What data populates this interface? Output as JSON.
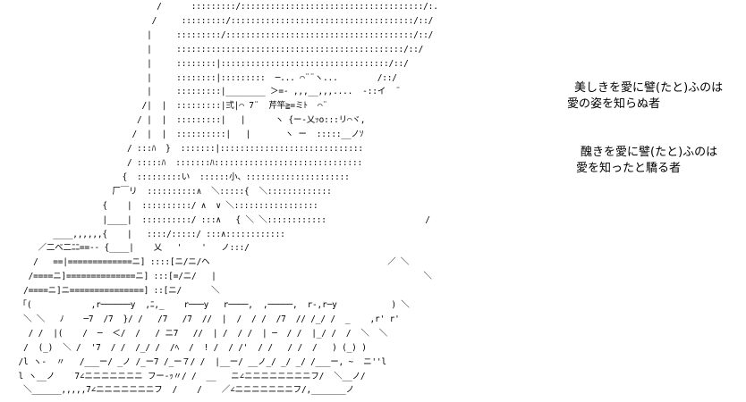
{
  "art": {
    "lines": [
      "                               /      :::::::::/:::::::::::::::::::::::::::::::::::::/:.",
      "                              /     :::::::::/:::::::::::::::::::::::::::::::::::::/::/",
      "                             |     :::::::::/::::::::::::::::::::::::::::::::::::::/::/",
      "                             |     ::::::::::::::::::::::::::::::::::::::::::::::/::/",
      "                             |     ::::::::|::::::::::::::::::::::::::::::::::/::/",
      "                             |     ::::::::|:::::::::  ─... ⌒¨¨ヽ...        /::/",
      "                             |     :::::::::|________ ＞=- ,,,__,,,....  -::イ  ¨",
      "                            /|  |  :::::::::|弍|⌒ 7¨  芹竿≧=ミﾄ  ⌒¨",
      "                           / |  |  :::::::::|   |      ヽ {ー-乂ｯo:::リ⌒ヾ,",
      "                          /  |  |  ::::::::::|   |       ヽ ー  :::::__ノｿ",
      "                         / :::ﾊ  }  :::::::|:::::::::::::::::::::::::::::",
      "                         / :::::ﾊ  :::::::ﾊ::::::::::::::::::::::::::::::",
      "                        {  :::::::::い  ::::::小、:::::::::::::::::::::",
      "                      厂￣リ  ::::::::::∧  ＼:::::{  ＼:::::::::::::",
      "                    {    |  ::::::::::/ ∧  ∨ ＼:::::::::::::::::",
      "                    |____|  ::::::::::/ :::∧   { ＼ ＼::::::::::::                    /",
      "          ____,,,,,,{    |   ::::/:::::/ :::∧::::::::::::",
      "       ／二ベ二ﾆﾆ==-- {____|    乂   '    '   ノ:::/",
      "      /   ==|=============ニ] ::::[ニ/ニ/ヘ                                    ／ ＼",
      "     /====ニ]==============ニ] :::[=/ニ/   |                                          ＼",
      "    /====ニ]ニ===============] ::[ニ/      ＼",
      "   「(            ,r──────y  ,ﾆ,_    r───y   r────,  ,─────,  r-,r─y           ) ＼",
      "    ＼ ＼   ﾉ    ─7  /7  }/ /   /7   /7  //  |  /  / /  /7  // /_/ /  _    ,r' r'",
      "     / /  |(    /  ─  ＜/  /   / ニ7   //  | /  / /  | ─  / /  |_/ /  /  ＼  ＼",
      "    /  (_)  ＼ /  '7  / /  /_/ /  /ﾍ  /  ! /  / /'  / /   / /  /   ) (_) )",
      "   /l ヽ-  〃   /___ー/ _ノ /_ー7 /_ー７/ /  |__ー/ __ノ_/ _/ _/ /___ー, ~  ニ''l",
      "   l ヽ__ノ    7∠ニニニニニニニ フー-ｯ〃/ /  __   ニ∠ニニニニニニニニフ/  ＼__ノ/",
      "    ＼______,,,,,7∠ニニニニニニニフ  /    /    ／∠ニニニニニニニフ/,_______ノ"
    ]
  },
  "verses": [
    {
      "line1": "美しきを愛に譬(たと)ふのは",
      "line2": "愛の姿を知らぬ者"
    },
    {
      "line1": "醜きを愛に譬(たと)ふのは",
      "line2": "愛を知ったと驕る者"
    }
  ]
}
